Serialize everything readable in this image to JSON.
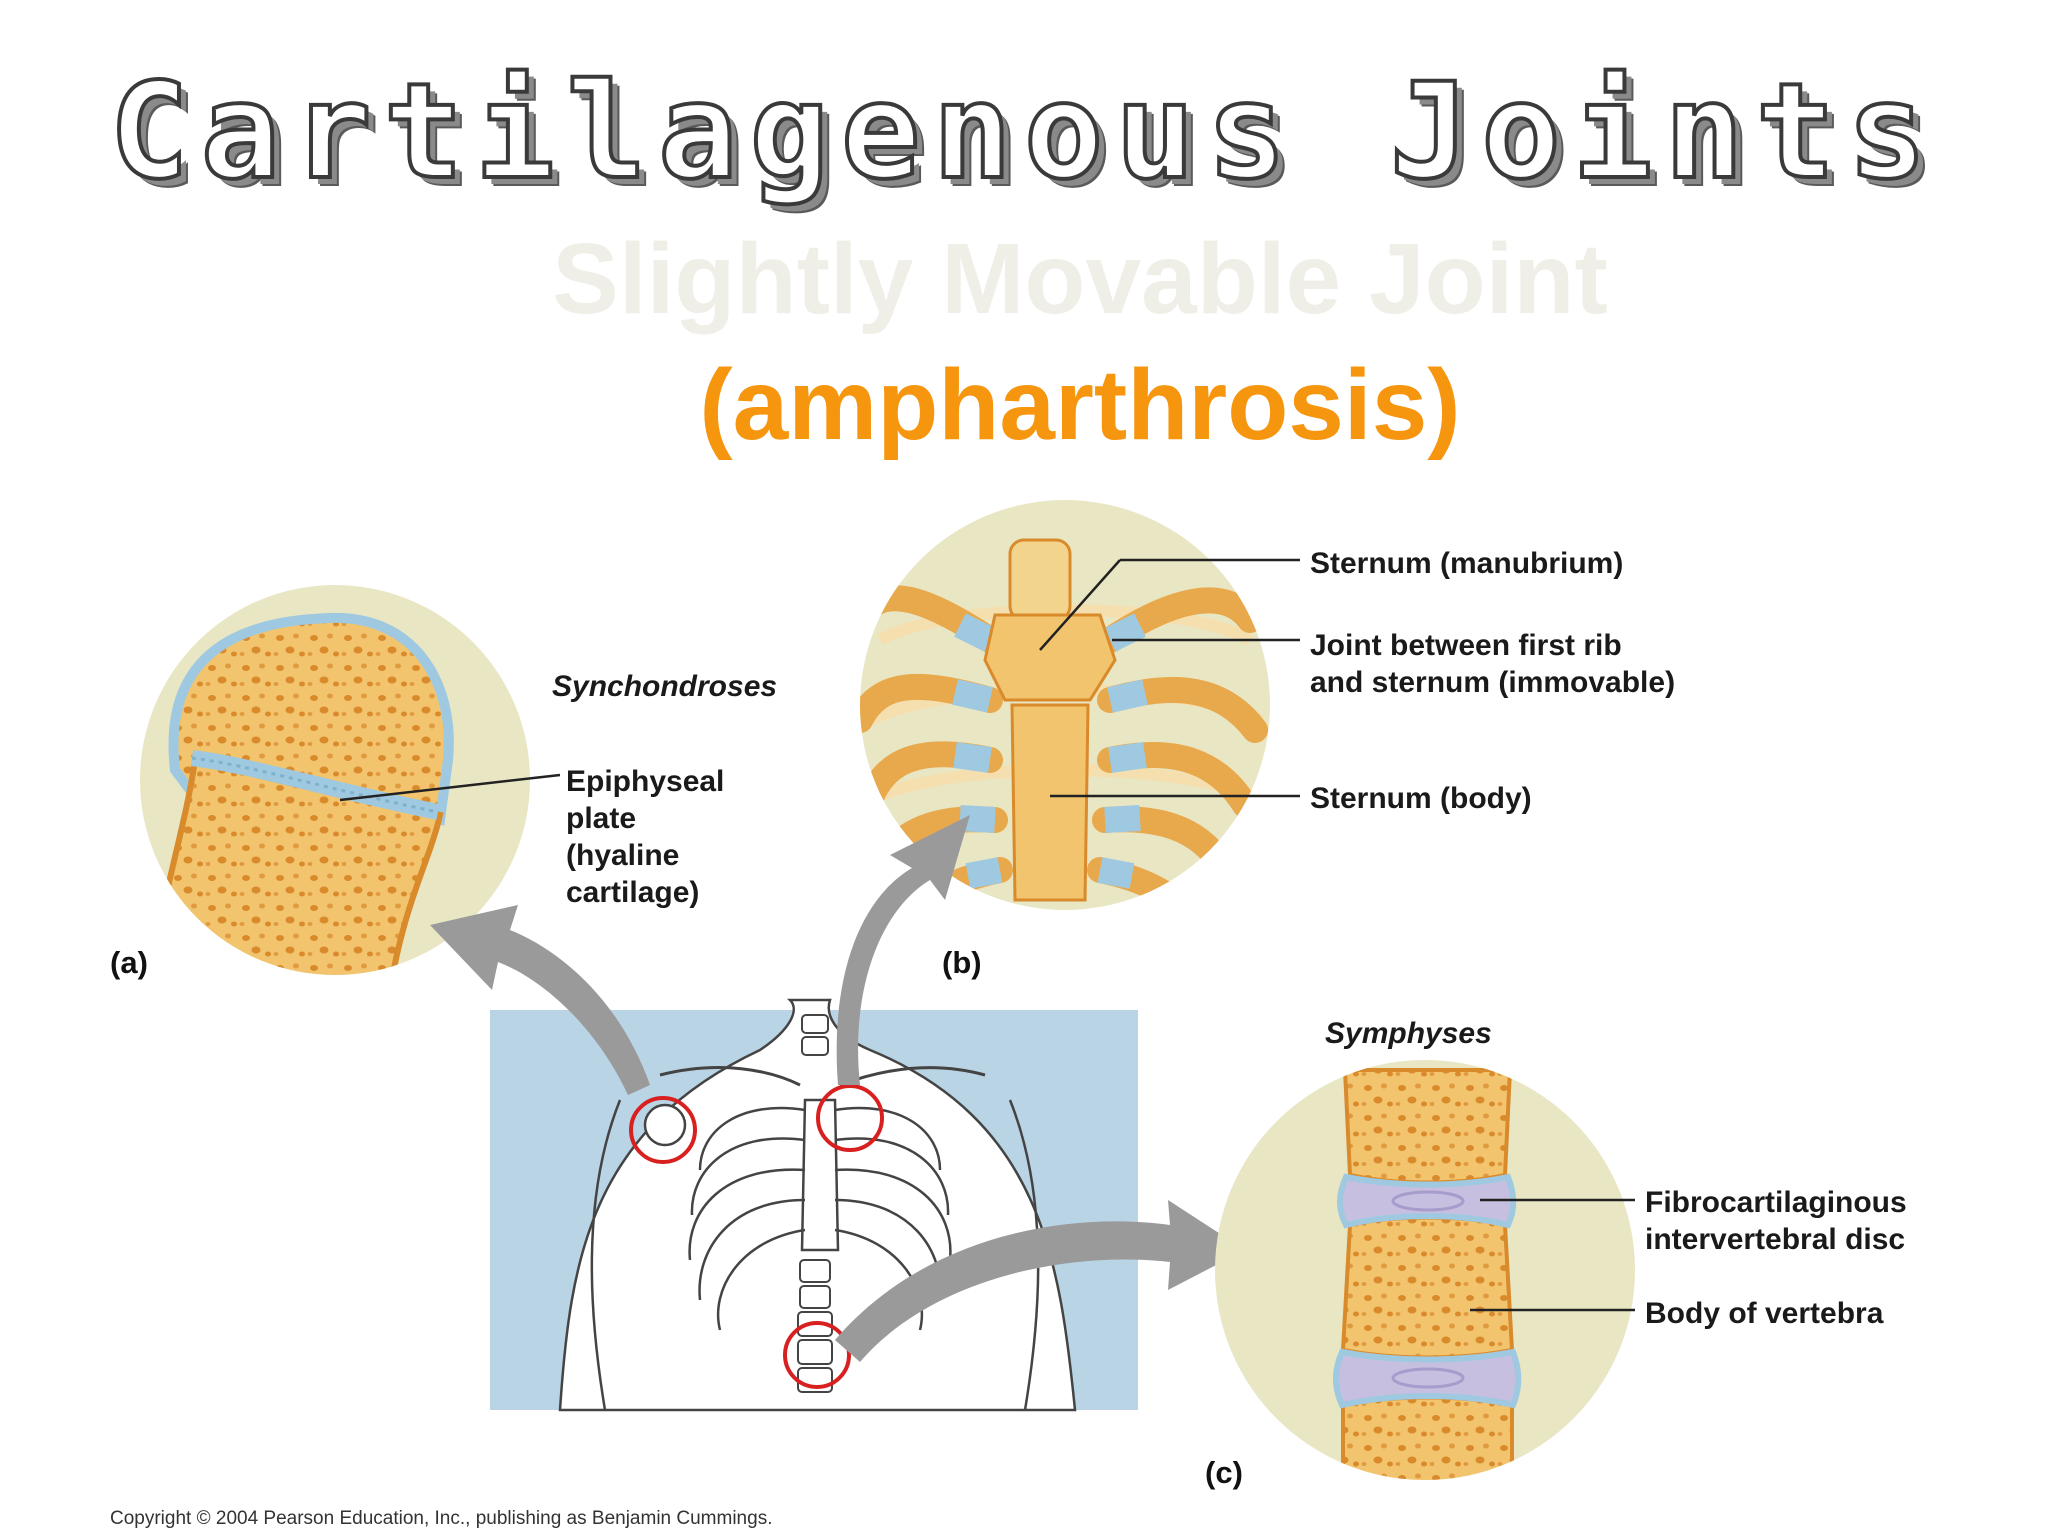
{
  "slide": {
    "title": "Cartilagenous Joints",
    "subtitle": "Slightly Movable Joint",
    "subtitle2": "(ampharthrosis)"
  },
  "figure": {
    "panel_a": {
      "letter": "(a)",
      "category": "Synchondroses",
      "label_line1": "Epiphyseal",
      "label_line2": "plate",
      "label_line3": "(hyaline",
      "label_line4": "cartilage)"
    },
    "panel_b": {
      "letter": "(b)",
      "label_manubrium": "Sternum (manubrium)",
      "label_joint_line1": "Joint between first rib",
      "label_joint_line2": "and sternum (immovable)",
      "label_body": "Sternum (body)"
    },
    "panel_c": {
      "letter": "(c)",
      "category": "Symphyses",
      "label_disc_line1": "Fibrocartilaginous",
      "label_disc_line2": "intervertebral disc",
      "label_vertebra": "Body of vertebra"
    },
    "copyright": "Copyright © 2004 Pearson Education, Inc., publishing as Benjamin Cummings."
  },
  "colors": {
    "bone": "#f2c46e",
    "bone_edge": "#d98a2b",
    "cartilage": "#9fc9e0",
    "disc": "#c7bfe0",
    "circle_bg": "#e9e6c4",
    "skeleton_bg": "#b9d4e4",
    "highlight_ring": "#d92020",
    "arrow": "#9a9a9a"
  }
}
